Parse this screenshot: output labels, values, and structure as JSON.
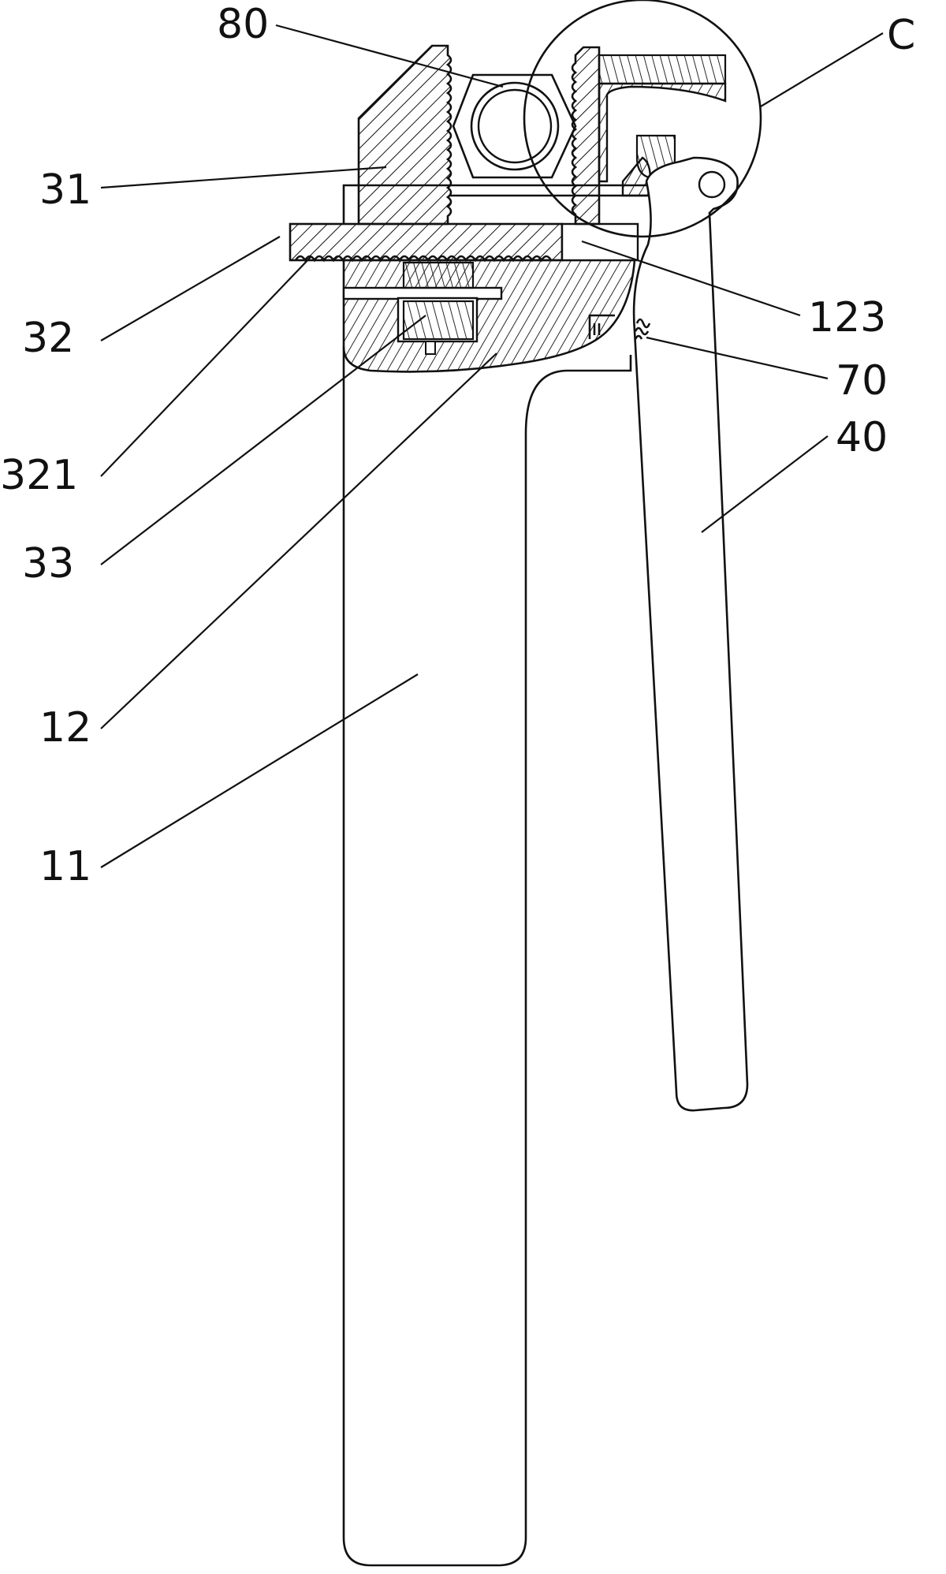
{
  "figure": {
    "labels": {
      "l80": "80",
      "lC": "C",
      "l31": "31",
      "l123": "123",
      "l32": "32",
      "l70": "70",
      "l40": "40",
      "l321": "321",
      "l33": "33",
      "l12": "12",
      "l11": "11"
    },
    "colors": {
      "line": "#111111",
      "background": "#ffffff",
      "hatch": "#111111"
    }
  }
}
